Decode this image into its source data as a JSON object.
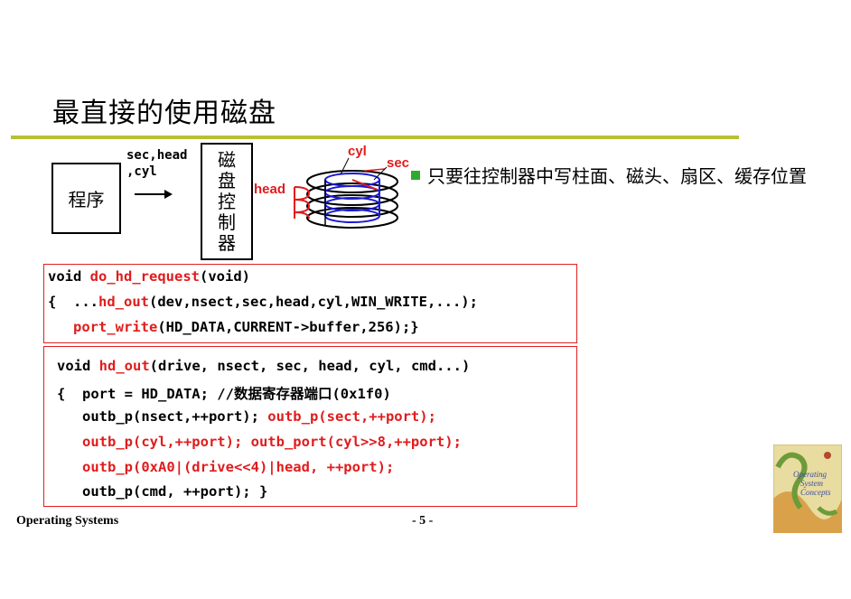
{
  "title": "最直接的使用磁盘",
  "diagram": {
    "program_label": "程序",
    "params_label": "sec,head\n,cyl",
    "controller_chars": [
      "磁",
      "盘",
      "控",
      "制",
      "器"
    ],
    "disk_labels": {
      "cyl": "cyl",
      "sec": "sec",
      "head": "head"
    }
  },
  "bullet": {
    "text": "只要往控制器中写柱面、磁头、扇区、缓存位置"
  },
  "code1": {
    "l1": [
      {
        "t": "void ",
        "c": "blk"
      },
      {
        "t": "do_hd_request",
        "c": "red"
      },
      {
        "t": "(void)",
        "c": "blk"
      }
    ],
    "l2": [
      {
        "t": "{  ...",
        "c": "blk"
      },
      {
        "t": "hd_out",
        "c": "red"
      },
      {
        "t": "(dev,nsect,sec,head,cyl,WIN_WRITE,...);",
        "c": "blk"
      }
    ],
    "l3": [
      {
        "t": "   ",
        "c": "blk"
      },
      {
        "t": "port_write",
        "c": "red"
      },
      {
        "t": "(HD_DATA,CURRENT->buffer,256);}",
        "c": "blk"
      }
    ]
  },
  "code2": {
    "l1": [
      {
        "t": "void ",
        "c": "blk"
      },
      {
        "t": "hd_out",
        "c": "red"
      },
      {
        "t": "(drive, nsect, sec, head, cyl, cmd...)",
        "c": "blk"
      }
    ],
    "l2": [
      {
        "t": "{  port = HD_DATA; //数据寄存器端口(0x1f0)",
        "c": "blk"
      }
    ],
    "l3": [
      {
        "t": "   outb_p(nsect,++port); ",
        "c": "blk"
      },
      {
        "t": "outb_p(sect,++port);",
        "c": "red"
      }
    ],
    "l4": [
      {
        "t": "   outb_p(cyl,++port); outb_port(cyl>>8,++port);",
        "c": "red"
      }
    ],
    "l5": [
      {
        "t": "   outb_p(0xA0|(drive<<4)|head, ++port);",
        "c": "red"
      }
    ],
    "l6": [
      {
        "t": "   outb_p(cmd, ++port); }",
        "c": "blk"
      }
    ]
  },
  "footer": {
    "left": "Operating Systems",
    "page": "- 5 -"
  },
  "book_cover": {
    "line1": "Operating",
    "line2": "System",
    "line3": "Concepts"
  },
  "colors": {
    "rule": "#b8bf35",
    "code_red": "#e01c1c",
    "bullet": "#2eaa2e",
    "disk_blue": "#1a1ad8"
  }
}
